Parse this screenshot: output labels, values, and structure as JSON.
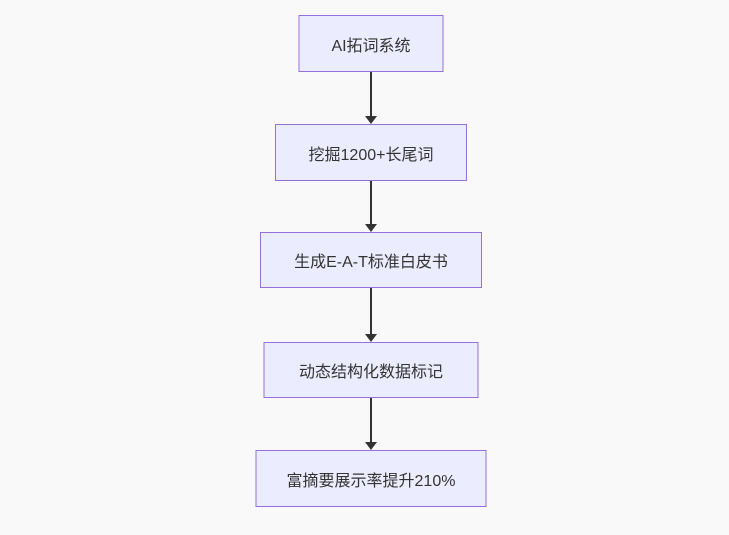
{
  "diagram": {
    "type": "flowchart",
    "direction": "top-down",
    "nodes": [
      {
        "id": "step-1",
        "label": "AI拓词系统"
      },
      {
        "id": "step-2",
        "label": "挖掘1200+长尾词"
      },
      {
        "id": "step-3",
        "label": "生成E-A-T标准白皮书"
      },
      {
        "id": "step-4",
        "label": "动态结构化数据标记"
      },
      {
        "id": "step-5",
        "label": "富摘要展示率提升210%"
      }
    ],
    "edges": [
      {
        "from": "step-1",
        "to": "step-2"
      },
      {
        "from": "step-2",
        "to": "step-3"
      },
      {
        "from": "step-3",
        "to": "step-4"
      },
      {
        "from": "step-4",
        "to": "step-5"
      }
    ],
    "colors": {
      "background": "#f9f9f9",
      "node_fill": "#ECECFF",
      "node_border": "#9370DB",
      "text": "#333333",
      "arrow": "#333333"
    }
  }
}
